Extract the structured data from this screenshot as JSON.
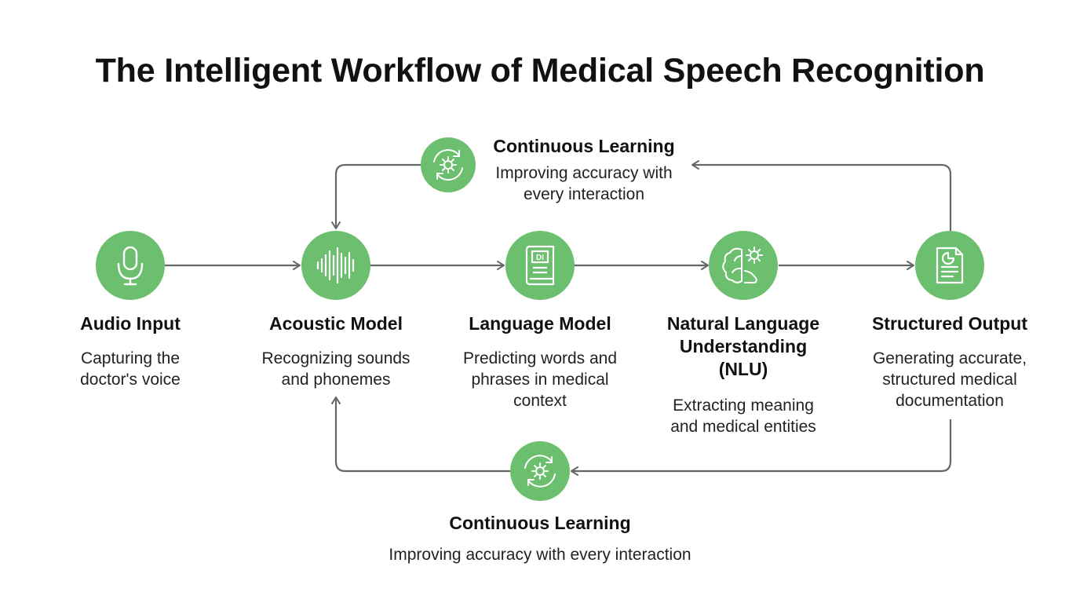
{
  "title": "The Intelligent Workflow of Medical Speech Recognition",
  "colors": {
    "accent": "#6cbf6e",
    "arrow": "#666666",
    "icon_stroke": "#ffffff"
  },
  "steps": [
    {
      "title": "Audio Input",
      "description": "Capturing the doctor's voice",
      "icon": "microphone-icon"
    },
    {
      "title": "Acoustic Model",
      "description": "Recognizing sounds and phonemes",
      "icon": "sound-wave-icon"
    },
    {
      "title": "Language Model",
      "description": "Predicting words and phrases in medical context",
      "icon": "dictionary-book-icon"
    },
    {
      "title": "Natural Language Understanding (NLU)",
      "description": "Extracting meaning and medical entities",
      "icon": "brain-gear-icon"
    },
    {
      "title": "Structured Output",
      "description": "Generating accurate, structured medical documentation",
      "icon": "document-chart-icon"
    }
  ],
  "feedback_top": {
    "title": "Continuous Learning",
    "description": "Improving accuracy with every interaction",
    "icon": "cycle-gear-icon"
  },
  "feedback_bottom": {
    "title": "Continuous Learning",
    "description": "Improving accuracy with every interaction",
    "icon": "cycle-gear-icon"
  }
}
